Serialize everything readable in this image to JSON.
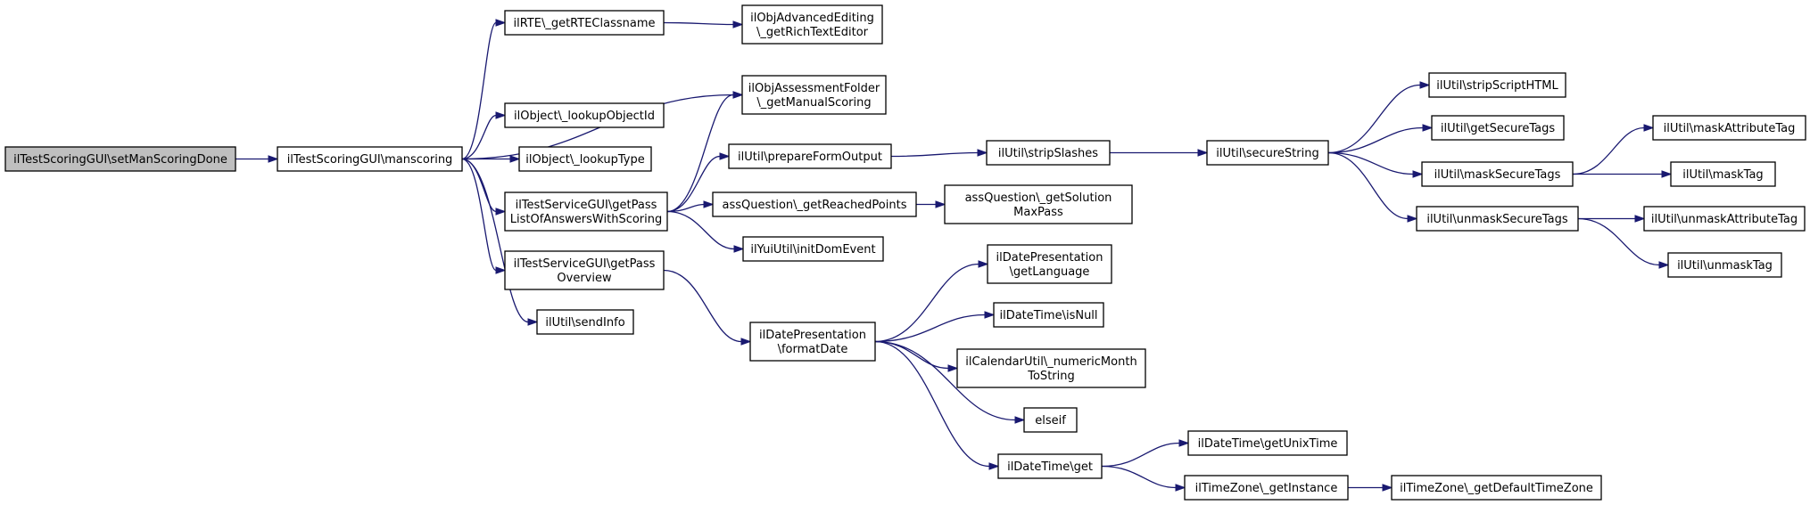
{
  "colors": {
    "edge": "#191970",
    "root_fill": "#bfbfbf",
    "node_fill": "#ffffff",
    "node_border": "#000000"
  },
  "nodes": [
    {
      "id": "n0",
      "lines": [
        "ilTestScoringGUI\\setManScoringDone"
      ],
      "root": true
    },
    {
      "id": "n1",
      "lines": [
        "ilTestScoringGUI\\manscoring"
      ]
    },
    {
      "id": "n2",
      "lines": [
        "ilRTE\\_getRTEClassname"
      ]
    },
    {
      "id": "n3",
      "lines": [
        "ilObjAdvancedEditing",
        "\\_getRichTextEditor"
      ]
    },
    {
      "id": "n4",
      "lines": [
        "ilObjAssessmentFolder",
        "\\_getManualScoring"
      ]
    },
    {
      "id": "n5",
      "lines": [
        "ilObject\\_lookupObjectId"
      ]
    },
    {
      "id": "n6",
      "lines": [
        "ilObject\\_lookupType"
      ]
    },
    {
      "id": "n7",
      "lines": [
        "ilTestServiceGUI\\getPass",
        "ListOfAnswersWithScoring"
      ]
    },
    {
      "id": "n8",
      "lines": [
        "ilTestServiceGUI\\getPass",
        "Overview"
      ]
    },
    {
      "id": "n9",
      "lines": [
        "ilUtil\\sendInfo"
      ]
    },
    {
      "id": "n10",
      "lines": [
        "ilUtil\\prepareFormOutput"
      ]
    },
    {
      "id": "n11",
      "lines": [
        "assQuestion\\_getReachedPoints"
      ]
    },
    {
      "id": "n12",
      "lines": [
        "ilYuiUtil\\initDomEvent"
      ]
    },
    {
      "id": "n13",
      "lines": [
        "assQuestion\\_getSolution",
        "MaxPass"
      ]
    },
    {
      "id": "n14",
      "lines": [
        "ilUtil\\stripSlashes"
      ]
    },
    {
      "id": "n15",
      "lines": [
        "ilUtil\\secureString"
      ]
    },
    {
      "id": "n16",
      "lines": [
        "ilUtil\\stripScriptHTML"
      ]
    },
    {
      "id": "n17",
      "lines": [
        "ilUtil\\getSecureTags"
      ]
    },
    {
      "id": "n18",
      "lines": [
        "ilUtil\\maskSecureTags"
      ]
    },
    {
      "id": "n19",
      "lines": [
        "ilUtil\\unmaskSecureTags"
      ]
    },
    {
      "id": "n20",
      "lines": [
        "ilUtil\\maskAttributeTag"
      ]
    },
    {
      "id": "n21",
      "lines": [
        "ilUtil\\maskTag"
      ]
    },
    {
      "id": "n22",
      "lines": [
        "ilUtil\\unmaskAttributeTag"
      ]
    },
    {
      "id": "n23",
      "lines": [
        "ilUtil\\unmaskTag"
      ]
    },
    {
      "id": "n24",
      "lines": [
        "ilDatePresentation",
        "\\formatDate"
      ]
    },
    {
      "id": "n25",
      "lines": [
        "ilDatePresentation",
        "\\getLanguage"
      ]
    },
    {
      "id": "n26",
      "lines": [
        "ilDateTime\\isNull"
      ]
    },
    {
      "id": "n27",
      "lines": [
        "ilCalendarUtil\\_numericMonth",
        "ToString"
      ]
    },
    {
      "id": "n28",
      "lines": [
        "elseif"
      ]
    },
    {
      "id": "n29",
      "lines": [
        "ilDateTime\\get"
      ]
    },
    {
      "id": "n30",
      "lines": [
        "ilDateTime\\getUnixTime"
      ]
    },
    {
      "id": "n31",
      "lines": [
        "ilTimeZone\\_getInstance"
      ]
    },
    {
      "id": "n32",
      "lines": [
        "ilTimeZone\\_getDefaultTimeZone"
      ]
    }
  ],
  "edges": [
    [
      "n0",
      "n1"
    ],
    [
      "n1",
      "n2"
    ],
    [
      "n1",
      "n4"
    ],
    [
      "n1",
      "n5"
    ],
    [
      "n1",
      "n6"
    ],
    [
      "n1",
      "n7"
    ],
    [
      "n1",
      "n8"
    ],
    [
      "n1",
      "n9"
    ],
    [
      "n2",
      "n3"
    ],
    [
      "n7",
      "n4"
    ],
    [
      "n7",
      "n10"
    ],
    [
      "n7",
      "n11"
    ],
    [
      "n7",
      "n12"
    ],
    [
      "n10",
      "n14"
    ],
    [
      "n11",
      "n13"
    ],
    [
      "n14",
      "n15"
    ],
    [
      "n15",
      "n16"
    ],
    [
      "n15",
      "n17"
    ],
    [
      "n15",
      "n18"
    ],
    [
      "n15",
      "n19"
    ],
    [
      "n18",
      "n20"
    ],
    [
      "n18",
      "n21"
    ],
    [
      "n19",
      "n22"
    ],
    [
      "n19",
      "n23"
    ],
    [
      "n8",
      "n24"
    ],
    [
      "n24",
      "n25"
    ],
    [
      "n24",
      "n26"
    ],
    [
      "n24",
      "n27"
    ],
    [
      "n24",
      "n28"
    ],
    [
      "n24",
      "n29"
    ],
    [
      "n29",
      "n30"
    ],
    [
      "n29",
      "n31"
    ],
    [
      "n31",
      "n32"
    ]
  ]
}
